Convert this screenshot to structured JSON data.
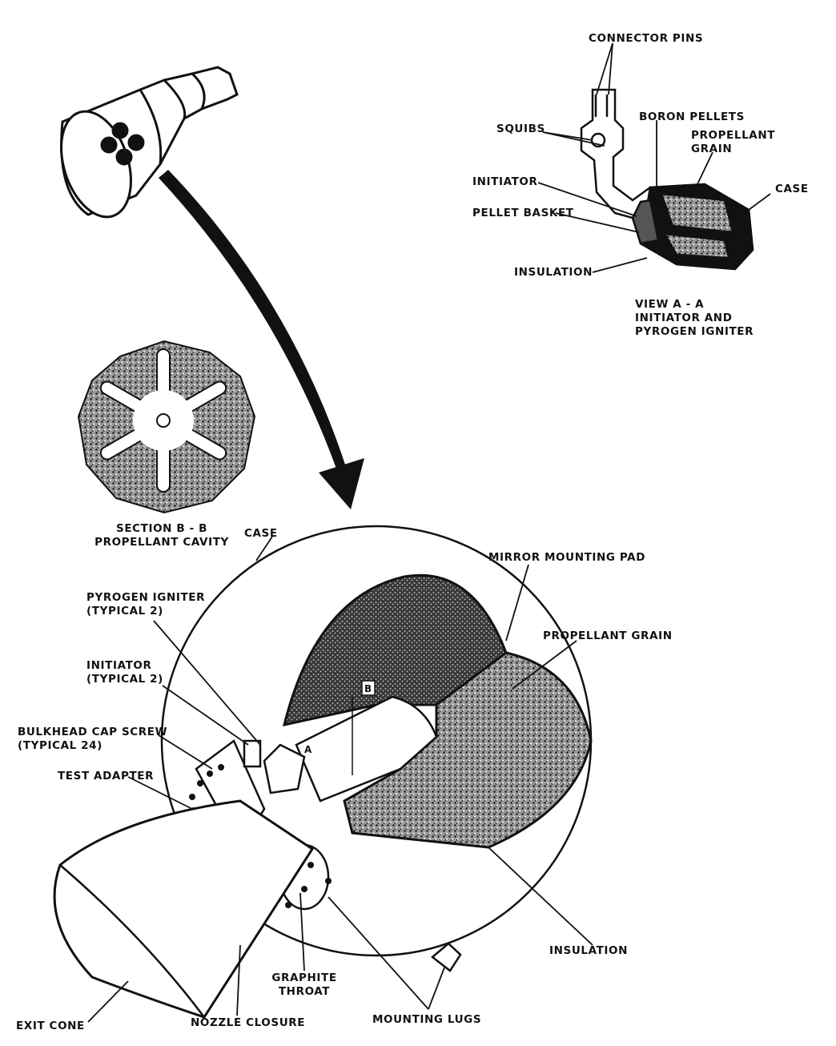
{
  "labels": {
    "connector_pins": "CONNECTOR PINS",
    "squibs": "SQUIBS",
    "boron_pellets": "BORON PELLETS",
    "propellant_grain_top": "PROPELLANT\nGRAIN",
    "initiator_top": "INITIATOR",
    "case_top": "CASE",
    "pellet_basket": "PELLET BASKET",
    "insulation_top": "INSULATION",
    "view_aa": "VIEW A - A\nINITIATOR AND\nPYROGEN IGNITER",
    "section_bb": "SECTION B - B\nPROPELLANT CAVITY",
    "case_main": "CASE",
    "mirror_mounting_pad": "MIRROR MOUNTING PAD",
    "pyrogen_igniter": "PYROGEN IGNITER\n(TYPICAL 2)",
    "propellant_grain_main": "PROPELLANT GRAIN",
    "initiator_main": "INITIATOR\n(TYPICAL 2)",
    "bulkhead_cap_screw": "BULKHEAD CAP SCREW\n(TYPICAL 24)",
    "test_adapter": "TEST ADAPTER",
    "insulation_main": "INSULATION",
    "graphite_throat": "GRAPHITE\nTHROAT",
    "exit_cone": "EXIT CONE",
    "nozzle_closure": "NOZZLE CLOSURE",
    "mounting_lugs": "MOUNTING LUGS",
    "section_mark_a": "A",
    "section_mark_b": "B"
  },
  "colors": {
    "ink": "#111111",
    "paper": "#ffffff",
    "grain": "#555555"
  }
}
